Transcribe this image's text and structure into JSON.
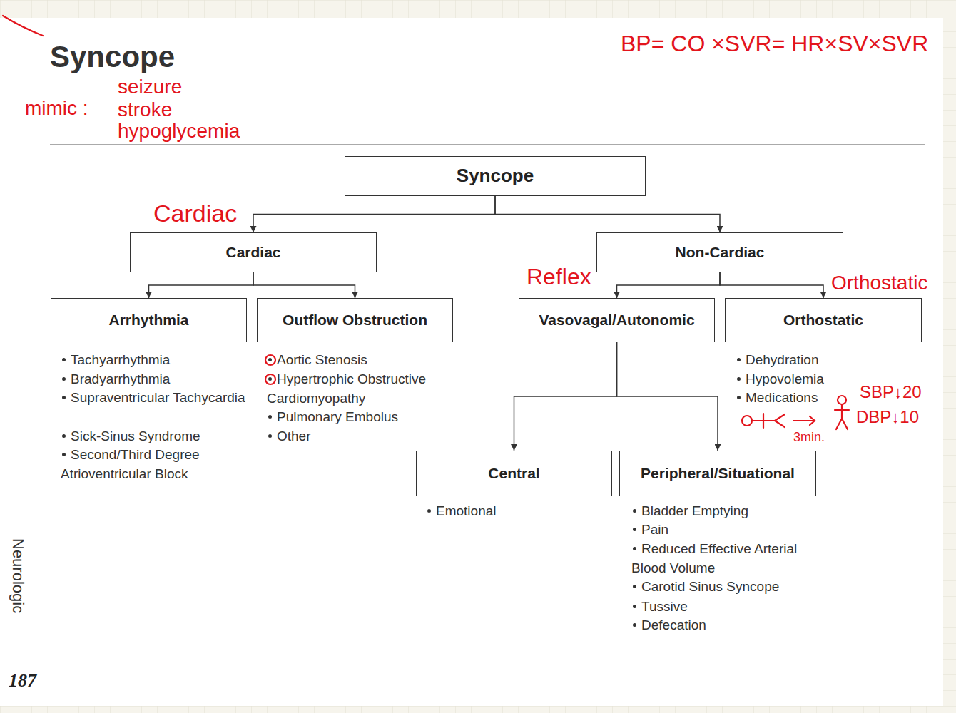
{
  "diagram": {
    "title": "Syncope",
    "nodes": [
      {
        "text": [
          "Syncope"
        ]
      },
      {
        "text": [
          "Cardiac"
        ]
      },
      {
        "text": [
          "Non-Cardiac"
        ]
      },
      {
        "text": [
          "Arrhythmia"
        ]
      },
      {
        "text": [
          "Outflow Obstruction"
        ]
      },
      {
        "text": [
          "Vasovagal/Autonomic"
        ]
      },
      {
        "text": [
          "Orthostatic"
        ]
      },
      {
        "text": [
          "Central"
        ]
      },
      {
        "text": [
          "Peripheral/Situational"
        ]
      }
    ],
    "edges": [
      {
        "from": 0,
        "to": 1,
        "arrow": "to"
      },
      {
        "from": 0,
        "to": 2,
        "arrow": "to"
      },
      {
        "from": 1,
        "to": 3,
        "arrow": "to"
      },
      {
        "from": 1,
        "to": 4,
        "arrow": "to"
      },
      {
        "from": 2,
        "to": 5,
        "arrow": "to"
      },
      {
        "from": 2,
        "to": 6,
        "arrow": "to"
      },
      {
        "from": 5,
        "to": 7,
        "arrow": "to"
      },
      {
        "from": 5,
        "to": 8,
        "arrow": "to"
      }
    ],
    "labels": [
      "mimic :",
      "seizure",
      "stroke",
      "hypoglycemia",
      "BP= CO ×SVR= HR×SV×SVR",
      "Cardiac",
      "Reflex",
      "Orthostatic",
      "Tachyarrhythmia",
      "Bradyarrhythmia",
      "Supraventricular Tachycardia",
      "Sick-Sinus Syndrome",
      "Second/Third Degree Atrioventricular Block",
      "Aortic Stenosis",
      "Hypertrophic Obstructive Cardiomyopathy",
      "Pulmonary Embolus",
      "Other",
      "Dehydration",
      "Hypovolemia",
      "Medications",
      "SBP↓20",
      "DBP↓10",
      "3min.",
      "Emotional",
      "Bladder Emptying",
      "Pain",
      "Reduced Effective Arterial Blood Volume",
      "Carotid Sinus Syncope",
      "Tussive",
      "Defecation",
      "Neurologic",
      "187"
    ]
  }
}
